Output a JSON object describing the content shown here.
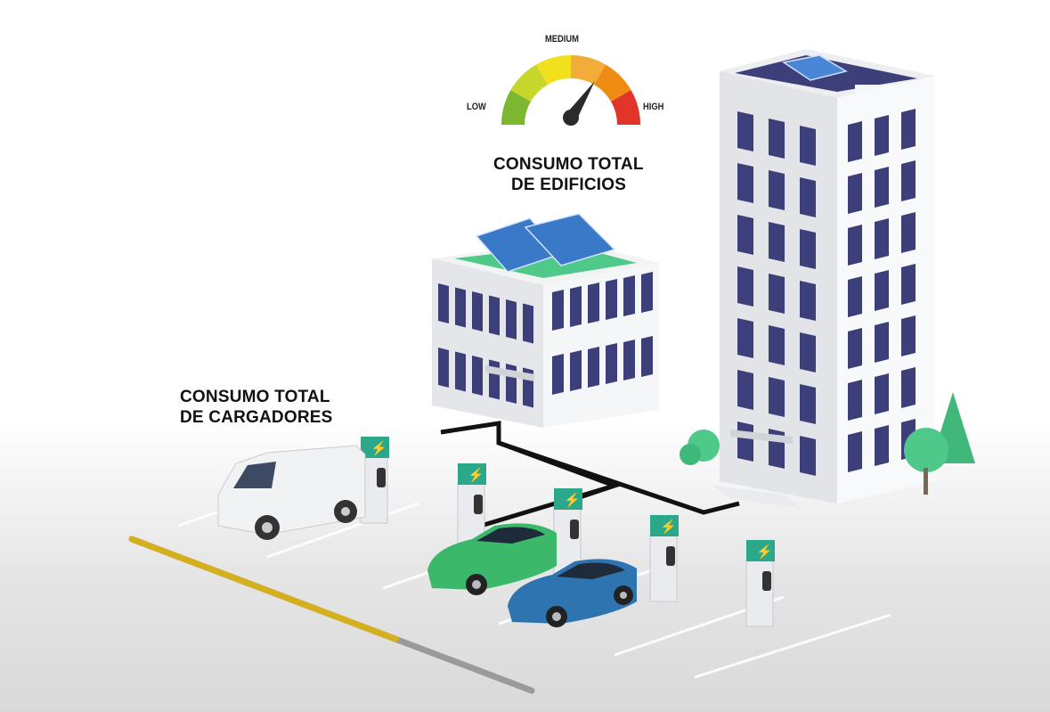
{
  "gauge": {
    "labels": {
      "low": "LOW",
      "medium": "MEDIUM",
      "high": "HIGH"
    },
    "value": 0.66,
    "segment_colors": [
      "#7cb82f",
      "#c7d62a",
      "#f3e01d",
      "#f2ac3a",
      "#ee8c14",
      "#e2352a"
    ]
  },
  "labels": {
    "buildings": [
      "CONSUMO TOTAL",
      "DE EDIFICIOS"
    ],
    "chargers": [
      "CONSUMO TOTAL",
      "DE CARGADORES"
    ]
  },
  "colors": {
    "charger": "#2aa889",
    "car_green": "#3bb86a",
    "car_blue": "#2d74b0",
    "window": "#3d3f7a",
    "cable": "#111111",
    "progress": "#d4af1e"
  },
  "progress_line": {
    "value": 0.66
  }
}
